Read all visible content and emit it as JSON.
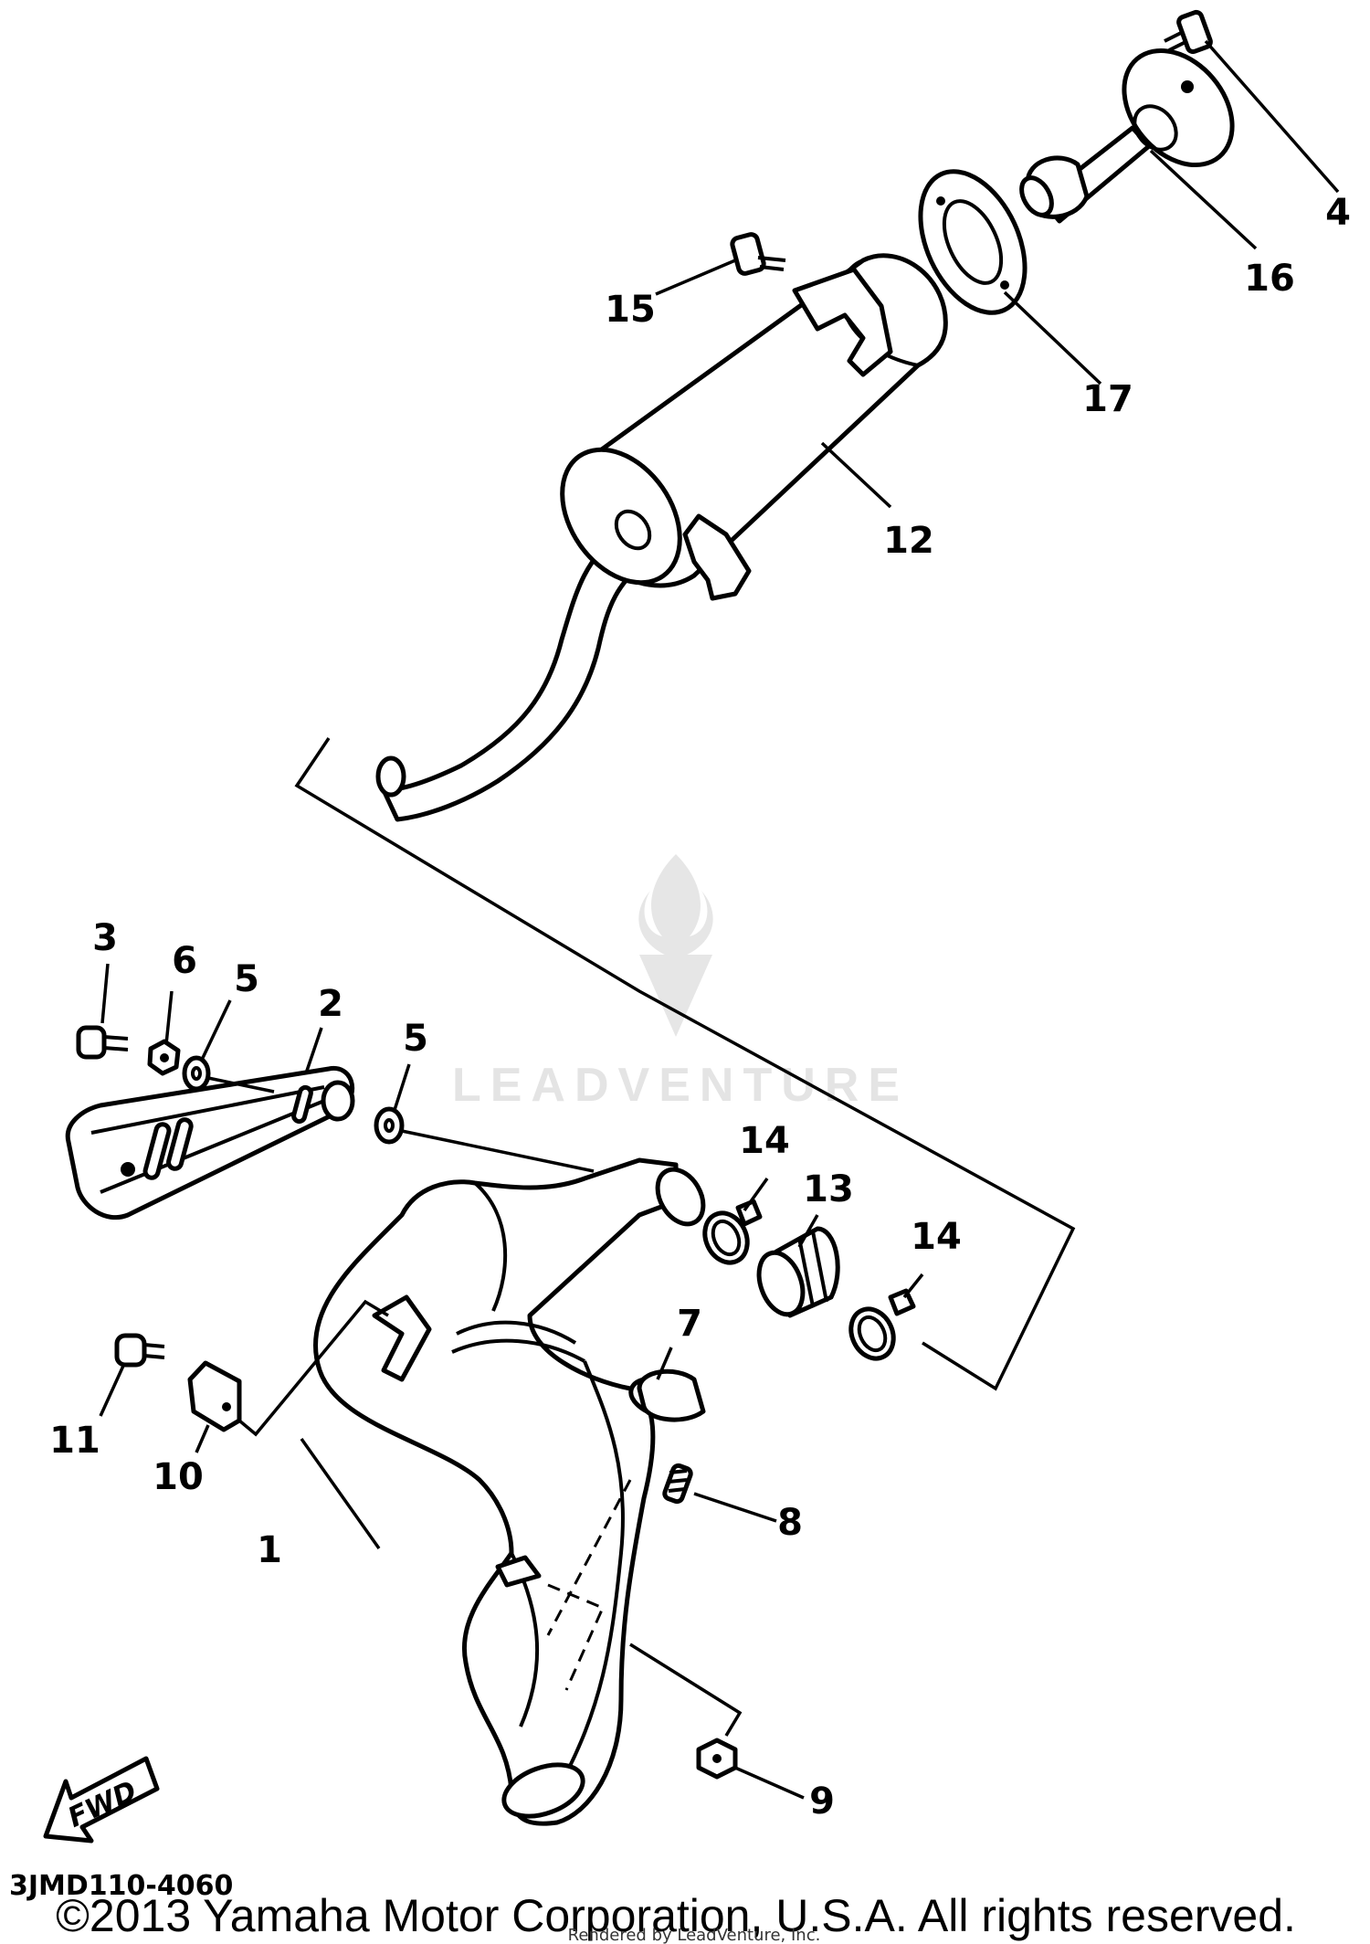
{
  "callouts": {
    "c4": "4",
    "c16": "16",
    "c15": "15",
    "c17": "17",
    "c12": "12",
    "c3": "3",
    "c6": "6",
    "c5a": "5",
    "c2": "2",
    "c5b": "5",
    "c14a": "14",
    "c13": "13",
    "c14b": "14",
    "c7": "7",
    "c11": "11",
    "c10": "10",
    "c8": "8",
    "c1": "1",
    "c9": "9"
  },
  "watermark": {
    "text": "LEADVENTURE"
  },
  "fwd_label": "FWD",
  "diagram_code": "3JMD110-4060",
  "copyright": "©2013 Yamaha Motor Corporation, U.S.A. All rights reserved.",
  "rendered_by": "Rendered by LeadVenture, Inc."
}
